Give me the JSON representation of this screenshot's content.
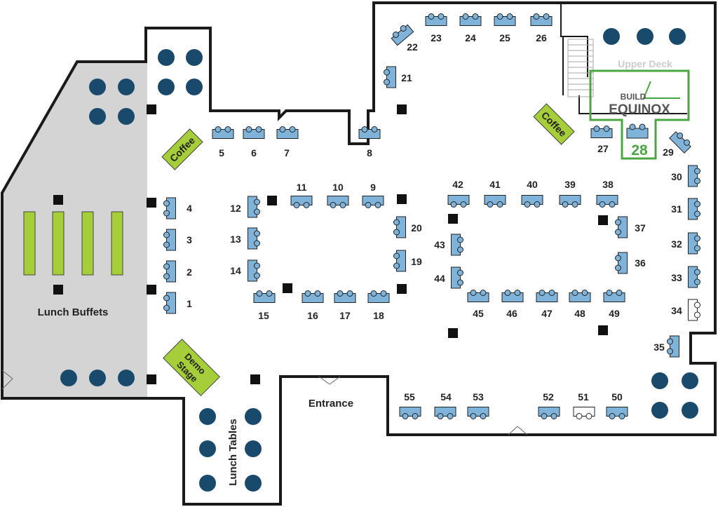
{
  "colors": {
    "wall": "#1a1a1a",
    "table": "#7fb3da",
    "table_vacant": "#ffffff",
    "round_table": "#194a6b",
    "buffet": "#a6ce39",
    "gray_area": "#d4d4d4",
    "highlight": "#4aa640",
    "upper_deck_text": "#cccccc"
  },
  "labels": {
    "lunch_buffets": "Lunch Buffets",
    "lunch_tables": "Lunch Tables",
    "entrance": "Entrance",
    "upper_deck": "Upper Deck",
    "coffee_left": "Coffee",
    "coffee_right": "Coffee",
    "demo_stage_line1": "Demo",
    "demo_stage_line2": "Stage"
  },
  "highlight": {
    "booth": "28",
    "brand_line1": "BUILD",
    "brand_line2": "EQUINOX"
  },
  "booths": [
    {
      "n": "1"
    },
    {
      "n": "2"
    },
    {
      "n": "3"
    },
    {
      "n": "4"
    },
    {
      "n": "5"
    },
    {
      "n": "6"
    },
    {
      "n": "7"
    },
    {
      "n": "8"
    },
    {
      "n": "9"
    },
    {
      "n": "10"
    },
    {
      "n": "11"
    },
    {
      "n": "12"
    },
    {
      "n": "13"
    },
    {
      "n": "14"
    },
    {
      "n": "15"
    },
    {
      "n": "16"
    },
    {
      "n": "17"
    },
    {
      "n": "18"
    },
    {
      "n": "19"
    },
    {
      "n": "20"
    },
    {
      "n": "21"
    },
    {
      "n": "22"
    },
    {
      "n": "23"
    },
    {
      "n": "24"
    },
    {
      "n": "25"
    },
    {
      "n": "26"
    },
    {
      "n": "27"
    },
    {
      "n": "29"
    },
    {
      "n": "30"
    },
    {
      "n": "31"
    },
    {
      "n": "32"
    },
    {
      "n": "33"
    },
    {
      "n": "34",
      "vacant": true
    },
    {
      "n": "35"
    },
    {
      "n": "36"
    },
    {
      "n": "37"
    },
    {
      "n": "38"
    },
    {
      "n": "39"
    },
    {
      "n": "40"
    },
    {
      "n": "41"
    },
    {
      "n": "42"
    },
    {
      "n": "43"
    },
    {
      "n": "44"
    },
    {
      "n": "45"
    },
    {
      "n": "46"
    },
    {
      "n": "47"
    },
    {
      "n": "48"
    },
    {
      "n": "49"
    },
    {
      "n": "50"
    },
    {
      "n": "51",
      "vacant": true
    },
    {
      "n": "52"
    },
    {
      "n": "53"
    },
    {
      "n": "54"
    },
    {
      "n": "55"
    }
  ]
}
